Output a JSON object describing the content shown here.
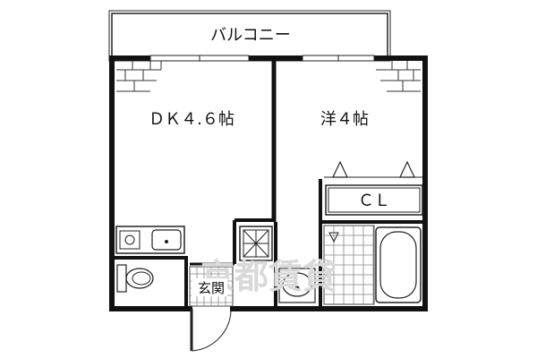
{
  "floor_plan": {
    "rooms": {
      "balcony": "バルコニー",
      "dk": "ＤＫ４.６帖",
      "western": "洋４帖",
      "closet": "ＣＬ",
      "entrance": "玄関"
    },
    "watermark": "京都賃貸"
  },
  "colors": {
    "wall": "#111111",
    "line": "#222222",
    "tile": "#888888",
    "background": "#ffffff",
    "watermark": "#d9d9d9"
  }
}
